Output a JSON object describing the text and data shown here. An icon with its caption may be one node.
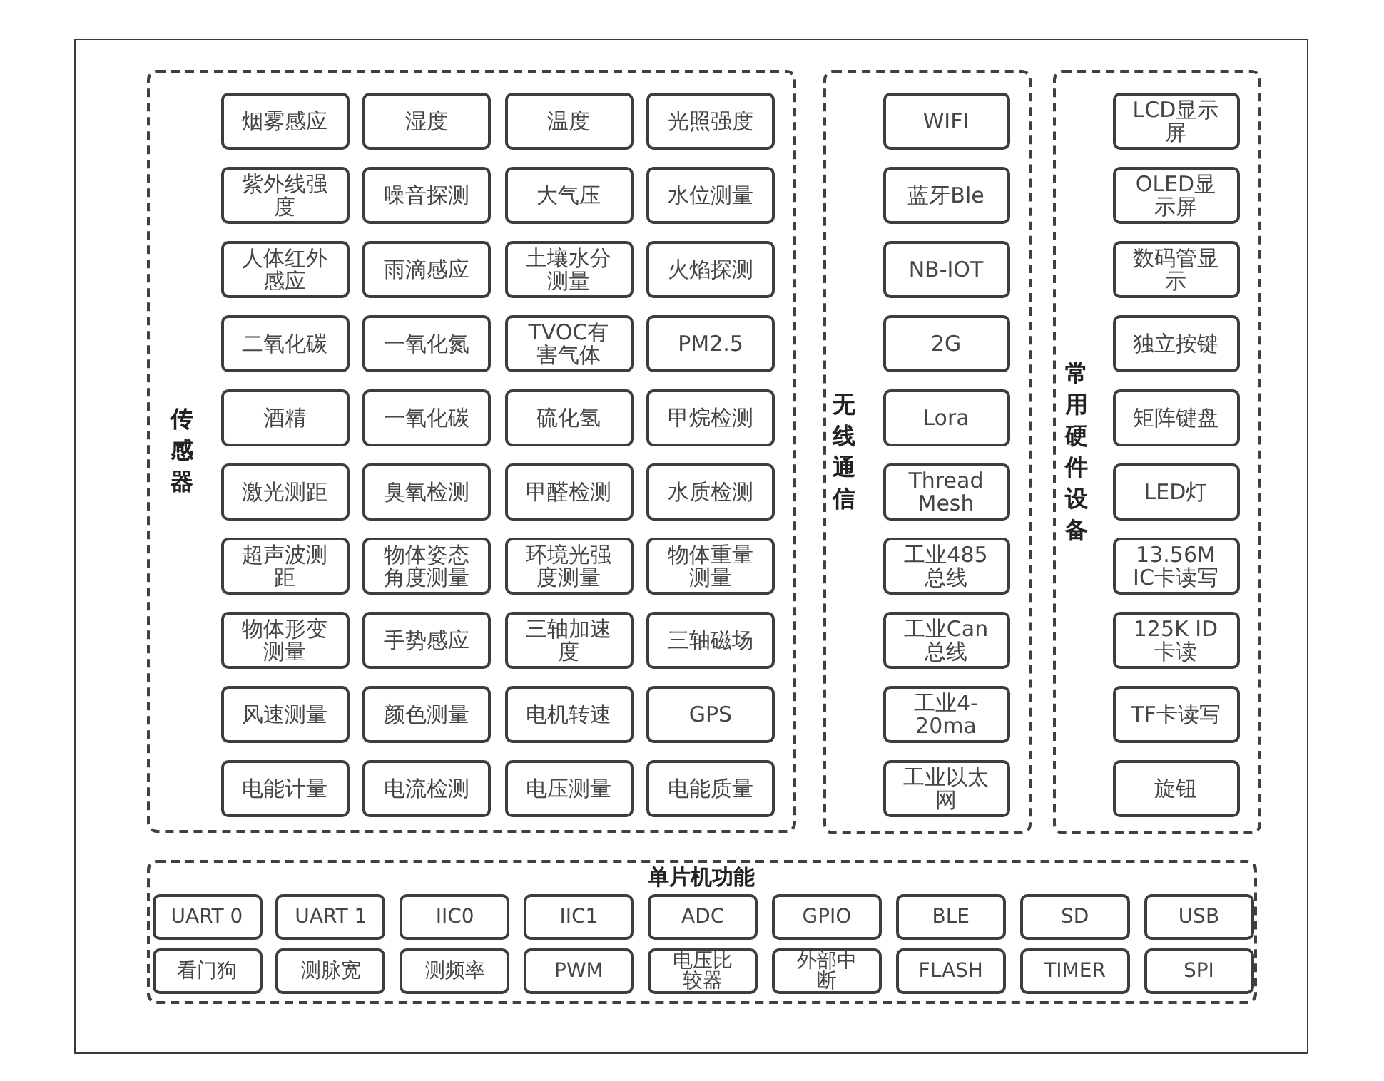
{
  "diagram": {
    "nodes": [
      {
        "text": [
          "传感器"
        ]
      },
      {
        "text": [
          "烟雾感应"
        ],
        "in": 0
      },
      {
        "text": [
          "湿度"
        ],
        "in": 0
      },
      {
        "text": [
          "温度"
        ],
        "in": 0
      },
      {
        "text": [
          "光照强度"
        ],
        "in": 0
      },
      {
        "text": [
          "紫外线强度"
        ],
        "in": 0
      },
      {
        "text": [
          "噪音探测"
        ],
        "in": 0
      },
      {
        "text": [
          "大气压"
        ],
        "in": 0
      },
      {
        "text": [
          "水位测量"
        ],
        "in": 0
      },
      {
        "text": [
          "人体红外感应"
        ],
        "in": 0
      },
      {
        "text": [
          "雨滴感应"
        ],
        "in": 0
      },
      {
        "text": [
          "土壤水分测量"
        ],
        "in": 0
      },
      {
        "text": [
          "火焰探测"
        ],
        "in": 0
      },
      {
        "text": [
          "二氧化碳"
        ],
        "in": 0
      },
      {
        "text": [
          "一氧化氮"
        ],
        "in": 0
      },
      {
        "text": [
          "TVOC有害气体"
        ],
        "in": 0
      },
      {
        "text": [
          "PM2.5"
        ],
        "in": 0
      },
      {
        "text": [
          "酒精"
        ],
        "in": 0
      },
      {
        "text": [
          "一氧化碳"
        ],
        "in": 0
      },
      {
        "text": [
          "硫化氢"
        ],
        "in": 0
      },
      {
        "text": [
          "甲烷检测"
        ],
        "in": 0
      },
      {
        "text": [
          "激光测距"
        ],
        "in": 0
      },
      {
        "text": [
          "臭氧检测"
        ],
        "in": 0
      },
      {
        "text": [
          "甲醛检测"
        ],
        "in": 0
      },
      {
        "text": [
          "水质检测"
        ],
        "in": 0
      },
      {
        "text": [
          "超声波测距"
        ],
        "in": 0
      },
      {
        "text": [
          "物体姿态角度测量"
        ],
        "in": 0
      },
      {
        "text": [
          "环境光强度测量"
        ],
        "in": 0
      },
      {
        "text": [
          "物体重量测量"
        ],
        "in": 0
      },
      {
        "text": [
          "物体形变测量"
        ],
        "in": 0
      },
      {
        "text": [
          "手势感应"
        ],
        "in": 0
      },
      {
        "text": [
          "三轴加速度"
        ],
        "in": 0
      },
      {
        "text": [
          "三轴磁场"
        ],
        "in": 0
      },
      {
        "text": [
          "风速测量"
        ],
        "in": 0
      },
      {
        "text": [
          "颜色测量"
        ],
        "in": 0
      },
      {
        "text": [
          "电机转速"
        ],
        "in": 0
      },
      {
        "text": [
          "GPS"
        ],
        "in": 0
      },
      {
        "text": [
          "电能计量"
        ],
        "in": 0
      },
      {
        "text": [
          "电流检测"
        ],
        "in": 0
      },
      {
        "text": [
          "电压测量"
        ],
        "in": 0
      },
      {
        "text": [
          "电能质量"
        ],
        "in": 0
      },
      {
        "text": [
          "无线通信"
        ]
      },
      {
        "text": [
          "WIFI"
        ],
        "in": 41
      },
      {
        "text": [
          "蓝牙Ble"
        ],
        "in": 41
      },
      {
        "text": [
          "NB-IOT"
        ],
        "in": 41
      },
      {
        "text": [
          "2G"
        ],
        "in": 41
      },
      {
        "text": [
          "Lora"
        ],
        "in": 41
      },
      {
        "text": [
          "Thread Mesh"
        ],
        "in": 41
      },
      {
        "text": [
          "工业485总线"
        ],
        "in": 41
      },
      {
        "text": [
          "工业Can总线"
        ],
        "in": 41
      },
      {
        "text": [
          "工业4-20ma"
        ],
        "in": 41
      },
      {
        "text": [
          "工业以太网"
        ],
        "in": 41
      },
      {
        "text": [
          "常用硬件设备"
        ]
      },
      {
        "text": [
          "LCD显示屏"
        ],
        "in": 52
      },
      {
        "text": [
          "OLED显示屏"
        ],
        "in": 52
      },
      {
        "text": [
          "数码管显示"
        ],
        "in": 52
      },
      {
        "text": [
          "独立按键"
        ],
        "in": 52
      },
      {
        "text": [
          "矩阵键盘"
        ],
        "in": 52
      },
      {
        "text": [
          "LED灯"
        ],
        "in": 52
      },
      {
        "text": [
          "13.56M IC卡读写"
        ],
        "in": 52
      },
      {
        "text": [
          "125K ID卡读"
        ],
        "in": 52
      },
      {
        "text": [
          "TF卡读写"
        ],
        "in": 52
      },
      {
        "text": [
          "旋钮"
        ],
        "in": 52
      },
      {
        "text": [
          "单片机功能"
        ]
      },
      {
        "text": [
          "UART 0"
        ],
        "in": 63
      },
      {
        "text": [
          "UART 1"
        ],
        "in": 63
      },
      {
        "text": [
          "IIC0"
        ],
        "in": 63
      },
      {
        "text": [
          "IIC1"
        ],
        "in": 63
      },
      {
        "text": [
          "ADC"
        ],
        "in": 63
      },
      {
        "text": [
          "GPIO"
        ],
        "in": 63
      },
      {
        "text": [
          "BLE"
        ],
        "in": 63
      },
      {
        "text": [
          "SD"
        ],
        "in": 63
      },
      {
        "text": [
          "USB"
        ],
        "in": 63
      },
      {
        "text": [
          "看门狗"
        ],
        "in": 63
      },
      {
        "text": [
          "测脉宽"
        ],
        "in": 63
      },
      {
        "text": [
          "测频率"
        ],
        "in": 63
      },
      {
        "text": [
          "PWM"
        ],
        "in": 63
      },
      {
        "text": [
          "电压比较器"
        ],
        "in": 63
      },
      {
        "text": [
          "外部中断"
        ],
        "in": 63
      },
      {
        "text": [
          "FLASH"
        ],
        "in": 63
      },
      {
        "text": [
          "TIMER"
        ],
        "in": 63
      },
      {
        "text": [
          "SPI"
        ],
        "in": 63
      }
    ]
  }
}
